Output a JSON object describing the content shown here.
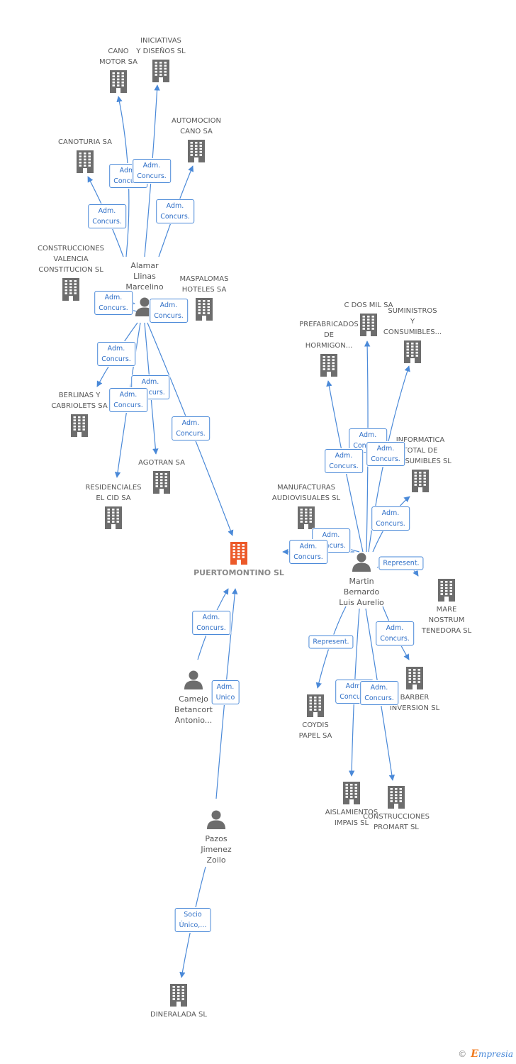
{
  "colors": {
    "link": "#4a89d8",
    "company": "#6d6d6d",
    "focus": "#ec5a2a",
    "person": "#6d6d6d",
    "label_text": "#555555"
  },
  "nodes": [
    {
      "id": "cano_motor",
      "type": "company",
      "label": "CANO\nMOTOR SA"
    },
    {
      "id": "iniciativas",
      "type": "company",
      "label": "INICIATIVAS\nY DISEÑOS SL"
    },
    {
      "id": "automocion",
      "type": "company",
      "label": "AUTOMOCION\nCANO SA"
    },
    {
      "id": "canoturia",
      "type": "company",
      "label": "CANOTURIA SA"
    },
    {
      "id": "construcciones_valencia",
      "type": "company",
      "label": "CONSTRUCCIONES\nVALENCIA\nCONSTITUCION SL"
    },
    {
      "id": "alamar",
      "type": "person",
      "label": "Alamar\nLlinas\nMarcelino"
    },
    {
      "id": "maspalomas",
      "type": "company",
      "label": "MASPALOMAS\nHOTELES SA"
    },
    {
      "id": "berlinas",
      "type": "company",
      "label": "BERLINAS Y\nCABRIOLETS SA"
    },
    {
      "id": "agotran",
      "type": "company",
      "label": "AGOTRAN SA"
    },
    {
      "id": "residenciales",
      "type": "company",
      "label": "RESIDENCIALES\nEL CID SA"
    },
    {
      "id": "puertomontino",
      "type": "focus",
      "label": "PUERTOMONTINO SL"
    },
    {
      "id": "cdos_mil",
      "type": "company",
      "label": "C DOS MIL SA"
    },
    {
      "id": "prefabricados",
      "type": "company",
      "label": "PREFABRICADOS\nDE\nHORMIGON..."
    },
    {
      "id": "suministros",
      "type": "company",
      "label": "SUMINISTROS\nY\nCONSUMIBLES..."
    },
    {
      "id": "informatica",
      "type": "company",
      "label": "INFORMATICA\nTOTAL DE\nCONSUMIBLES SL"
    },
    {
      "id": "manufacturas",
      "type": "company",
      "label": "MANUFACTURAS\nAUDIOVISUALES SL"
    },
    {
      "id": "martin",
      "type": "person",
      "label": "Martin\nBernardo\nLuis Aurelio"
    },
    {
      "id": "mare_nostrum",
      "type": "company",
      "label": "MARE\nNOSTRUM\nTENEDORA SL"
    },
    {
      "id": "barber",
      "type": "company",
      "label": "BARBER\nINVERSION SL"
    },
    {
      "id": "coydis",
      "type": "company",
      "label": "COYDIS\nPAPEL SA"
    },
    {
      "id": "aislamientos",
      "type": "company",
      "label": "AISLAMIENTOS\nIMPAIS SL"
    },
    {
      "id": "construcciones_promart",
      "type": "company",
      "label": "CONSTRUCCIONES\nPROMART SL"
    },
    {
      "id": "camejo",
      "type": "person",
      "label": "Camejo\nBetancort\nAntonio..."
    },
    {
      "id": "pazos",
      "type": "person",
      "label": "Pazos\nJimenez\nZoilo"
    },
    {
      "id": "dineralada",
      "type": "company",
      "label": "DINERALADA SL"
    }
  ],
  "edges": [
    {
      "from": "alamar",
      "to": "cano_motor",
      "label": "Adm.\nConcurs."
    },
    {
      "from": "alamar",
      "to": "iniciativas",
      "label": "Adm.\nConcurs."
    },
    {
      "from": "alamar",
      "to": "automocion",
      "label": "Adm.\nConcurs."
    },
    {
      "from": "alamar",
      "to": "canoturia",
      "label": "Adm.\nConcurs."
    },
    {
      "from": "alamar",
      "to": "construcciones_valencia",
      "label": "Adm.\nConcurs."
    },
    {
      "from": "alamar",
      "to": "maspalomas",
      "label": "Adm.\nConcurs."
    },
    {
      "from": "alamar",
      "to": "berlinas",
      "label": "Adm.\nConcurs."
    },
    {
      "from": "alamar",
      "to": "agotran",
      "label": "Adm.\nConcurs."
    },
    {
      "from": "alamar",
      "to": "residenciales",
      "label": "Adm.\nConcurs."
    },
    {
      "from": "alamar",
      "to": "puertomontino",
      "label": "Adm.\nConcurs."
    },
    {
      "from": "martin",
      "to": "cdos_mil",
      "label": "Adm.\nConcurs."
    },
    {
      "from": "martin",
      "to": "prefabricados",
      "label": "Adm.\nConcurs."
    },
    {
      "from": "martin",
      "to": "suministros",
      "label": "Adm.\nConcurs."
    },
    {
      "from": "martin",
      "to": "informatica",
      "label": "Adm.\nConcurs."
    },
    {
      "from": "martin",
      "to": "manufacturas",
      "label": "Adm.\nConcurs."
    },
    {
      "from": "martin",
      "to": "puertomontino",
      "label": "Adm.\nConcurs."
    },
    {
      "from": "martin",
      "to": "mare_nostrum",
      "label": "Represent."
    },
    {
      "from": "martin",
      "to": "barber",
      "label": "Adm.\nConcurs."
    },
    {
      "from": "martin",
      "to": "coydis",
      "label": "Represent."
    },
    {
      "from": "martin",
      "to": "aislamientos",
      "label": "Adm.\nConcurs."
    },
    {
      "from": "martin",
      "to": "construcciones_promart",
      "label": "Adm.\nConcurs."
    },
    {
      "from": "camejo",
      "to": "puertomontino",
      "label": "Adm.\nConcurs."
    },
    {
      "from": "pazos",
      "to": "puertomontino",
      "label": "Adm.\nUnico"
    },
    {
      "from": "pazos",
      "to": "dineralada",
      "label": "Socio\nÚnico,..."
    }
  ],
  "watermark": {
    "copyright": "©",
    "brand_initial": "E",
    "brand_rest": "mpresia"
  }
}
